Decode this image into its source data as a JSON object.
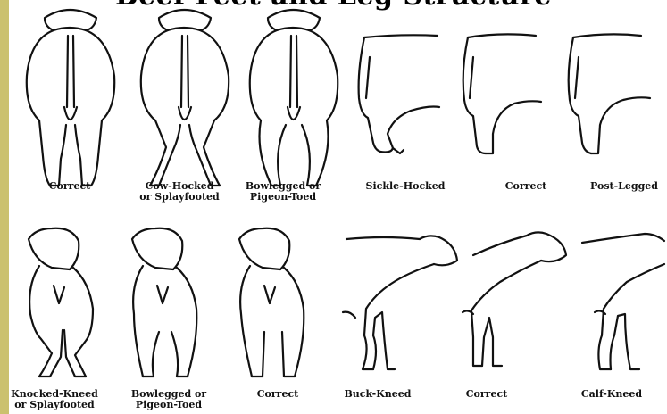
{
  "title": "Beef Feet and Leg Structure",
  "captions": {
    "rear_correct": "Correct",
    "rear_cow_hocked": "Cow-Hocked\nor Splayfooted",
    "rear_bowlegged": "Bowlegged or\nPigeon-Toed",
    "side_sickle_hocked": "Sickle-Hocked",
    "side_correct": "Correct",
    "side_post_legged": "Post-Legged",
    "front_knock_kneed": "Knocked-Kneed\nor Splayfooted",
    "front_bowlegged": "Bowlegged or\nPigeon-Toed",
    "front_correct": "Correct",
    "fside_buck_kneed": "Buck-Kneed",
    "fside_correct": "Correct",
    "fside_calf_kneed": "Calf-Kneed"
  },
  "colors": {
    "accent_bar": "#cbc16e",
    "ink": "#111111"
  }
}
